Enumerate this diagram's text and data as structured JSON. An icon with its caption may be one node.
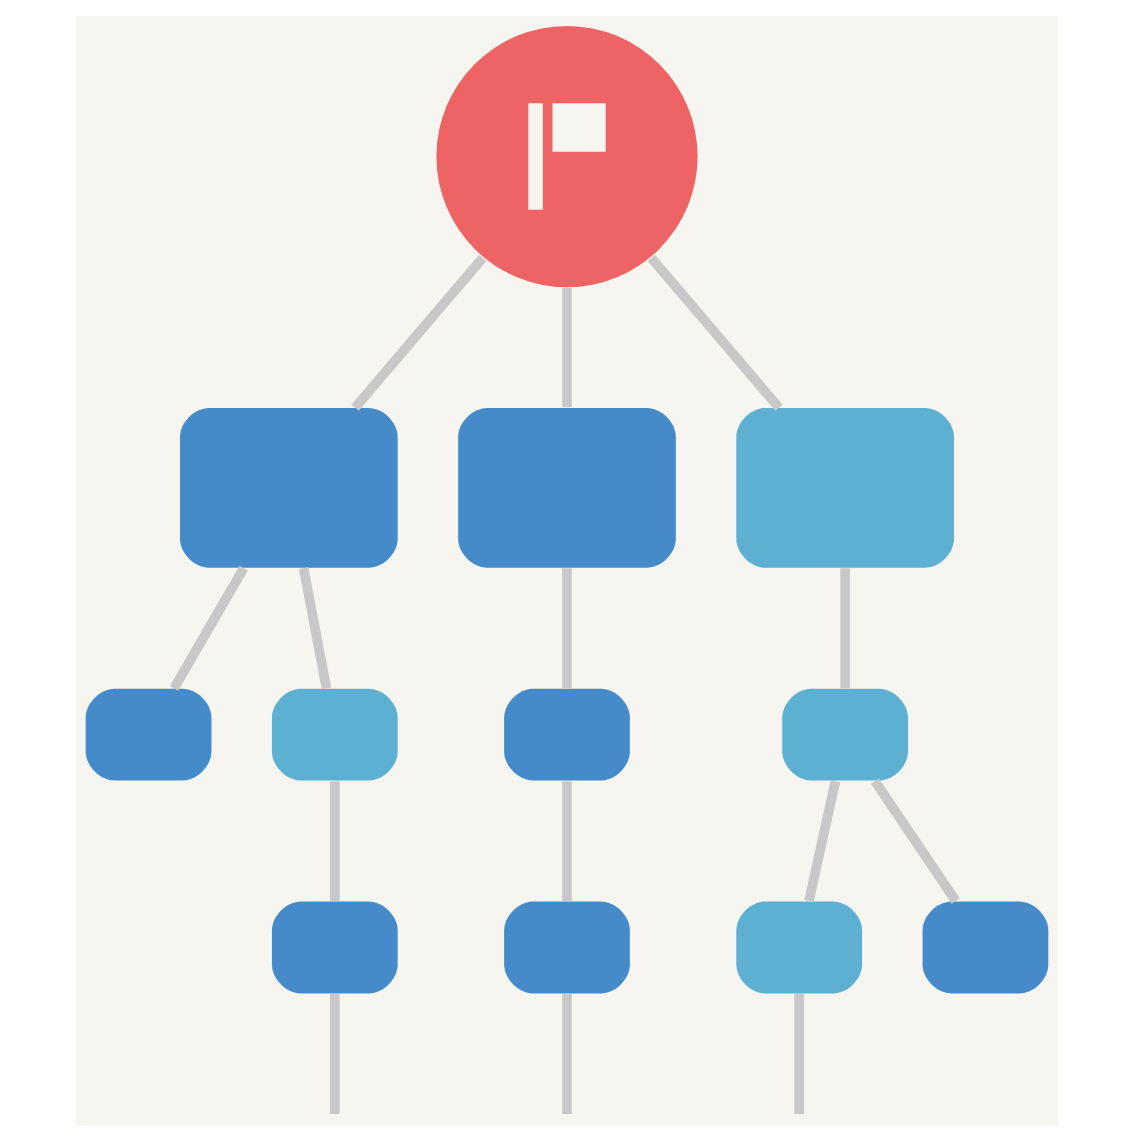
{
  "diagram": {
    "nodes": [
      {
        "text": [],
        "shape": "circle"
      },
      {
        "text": [],
        "shape": "box"
      },
      {
        "text": [],
        "shape": "box"
      },
      {
        "text": [],
        "shape": "box"
      },
      {
        "text": [],
        "shape": "box"
      },
      {
        "text": [],
        "shape": "box"
      },
      {
        "text": [],
        "shape": "box"
      },
      {
        "text": [],
        "shape": "box"
      },
      {
        "text": [],
        "shape": "box"
      },
      {
        "text": [],
        "shape": "box"
      },
      {
        "text": [],
        "shape": "box"
      },
      {
        "text": [],
        "shape": "box"
      }
    ],
    "edges": [
      {
        "from": 0,
        "to": 1,
        "arrow": "none"
      },
      {
        "from": 0,
        "to": 2,
        "arrow": "none"
      },
      {
        "from": 0,
        "to": 3,
        "arrow": "none"
      },
      {
        "from": 1,
        "to": 4,
        "arrow": "none"
      },
      {
        "from": 1,
        "to": 5,
        "arrow": "none"
      },
      {
        "from": 2,
        "to": 6,
        "arrow": "none"
      },
      {
        "from": 3,
        "to": 7,
        "arrow": "none"
      },
      {
        "from": 5,
        "to": 8,
        "arrow": "none"
      },
      {
        "from": 6,
        "to": 9,
        "arrow": "none"
      },
      {
        "from": 7,
        "to": 10,
        "arrow": "none"
      },
      {
        "from": 7,
        "to": 11,
        "arrow": "none"
      },
      {
        "from": 8,
        "to": null,
        "arrow": "none"
      },
      {
        "from": 9,
        "to": null,
        "arrow": "none"
      },
      {
        "from": 10,
        "to": null,
        "arrow": "none"
      }
    ]
  }
}
